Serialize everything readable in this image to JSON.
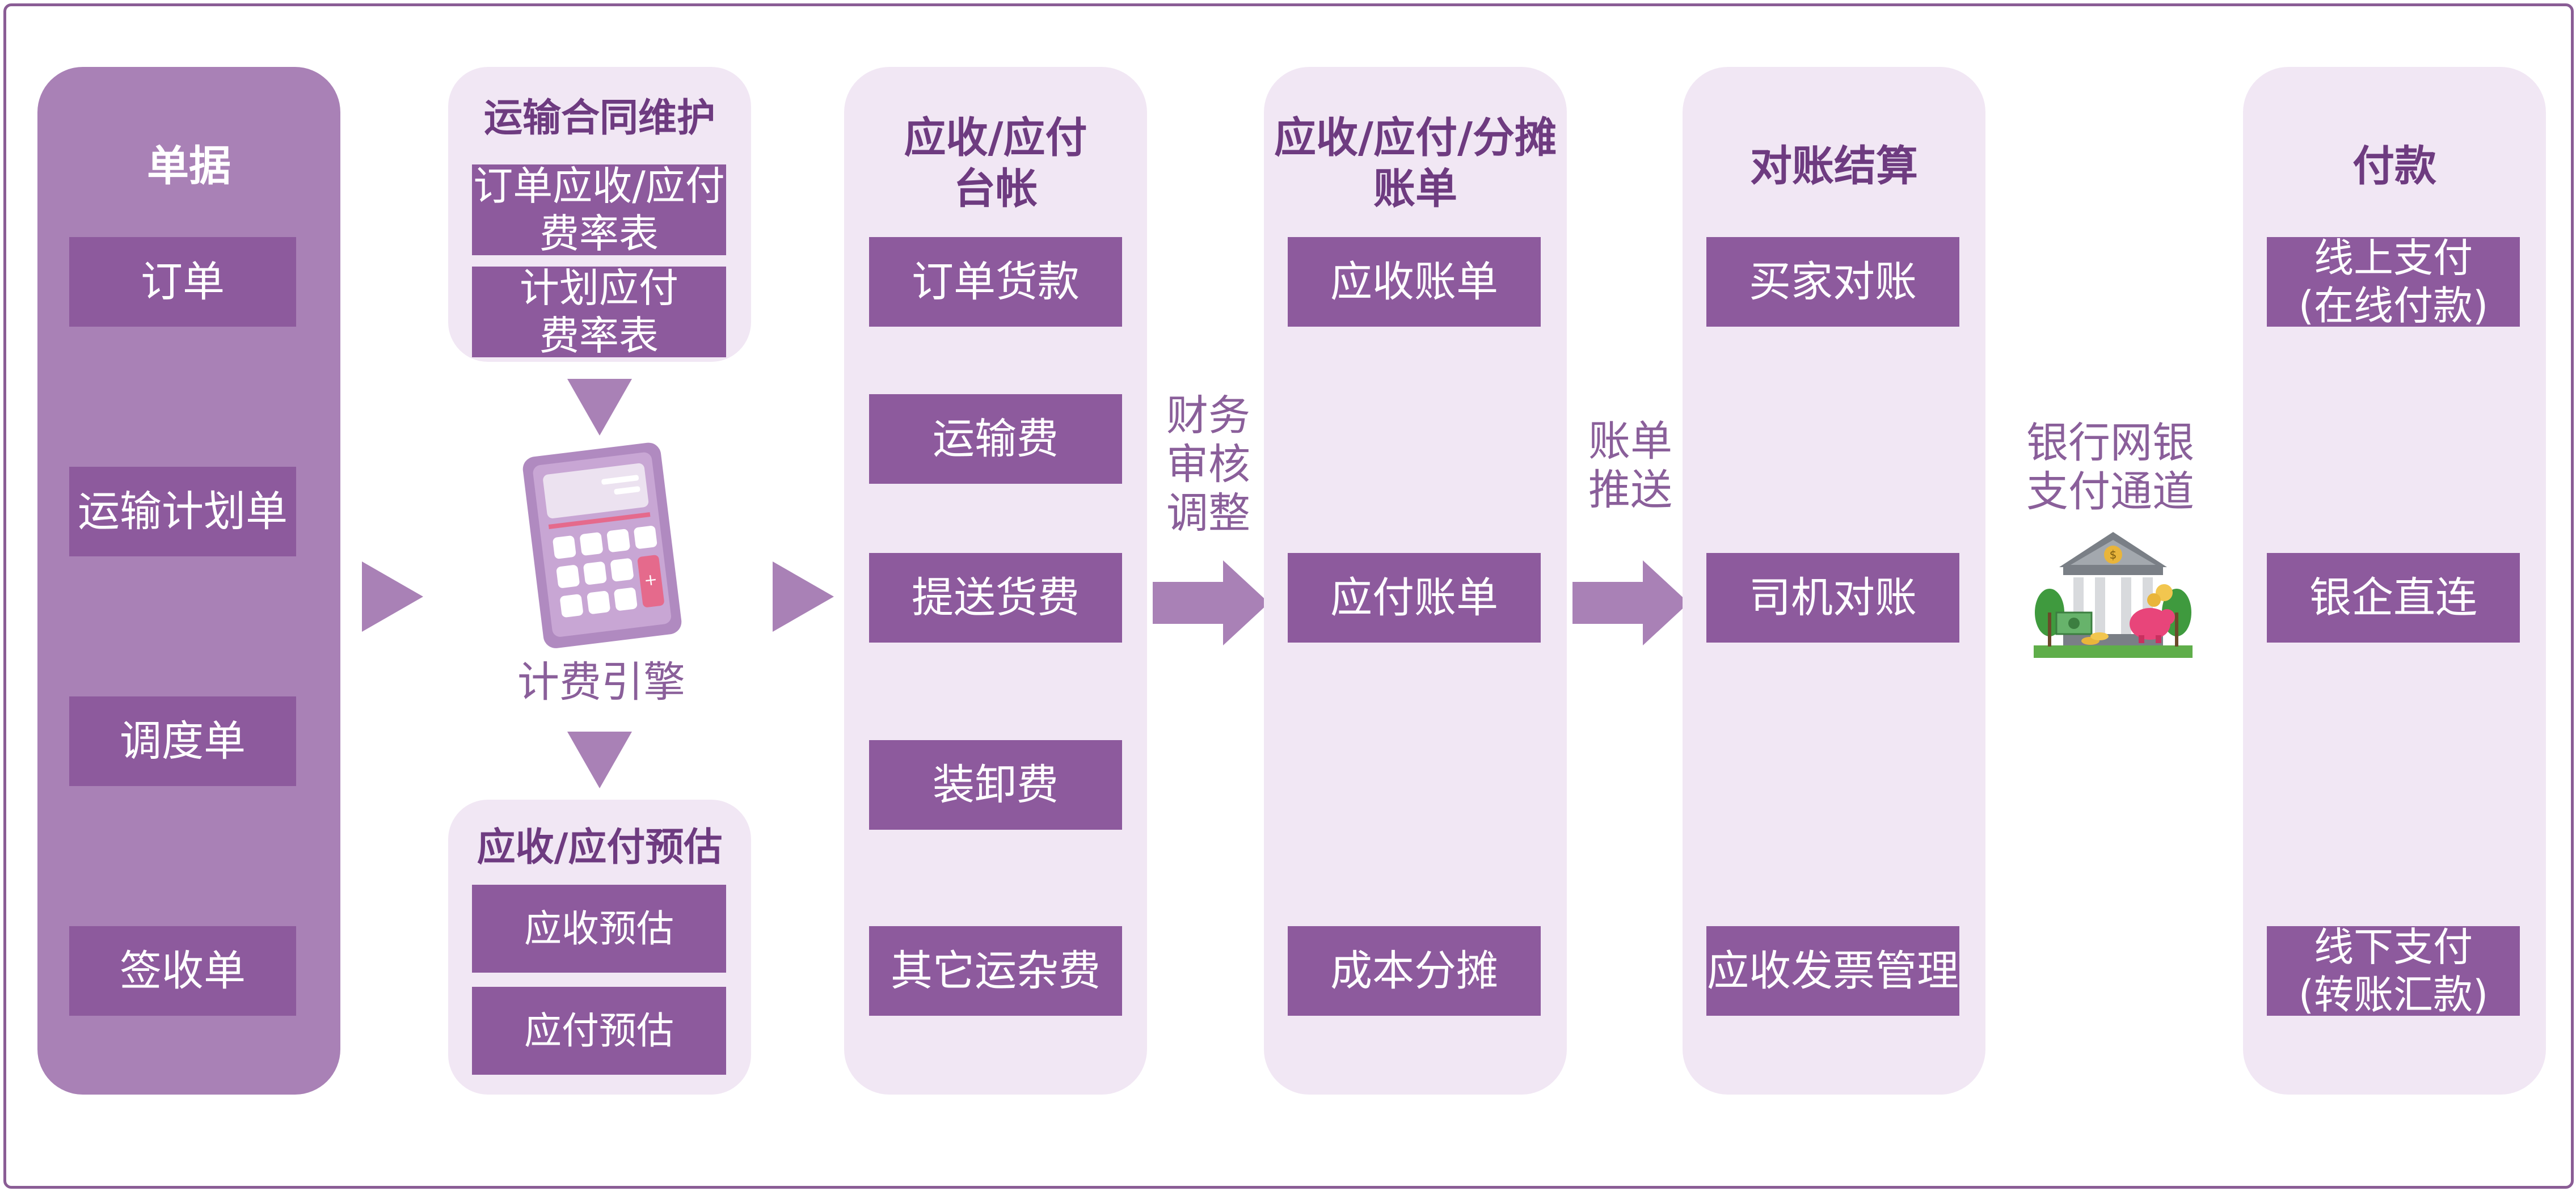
{
  "colors": {
    "frame": "#8a5d95",
    "dark_column": "#a981b6",
    "light_column": "#f1e7f4",
    "box": "#8d5a9d",
    "title": "#6e3b80",
    "arrow": "#a981b6"
  },
  "documents": {
    "title": "单据",
    "items": [
      "订单",
      "运输计划单",
      "调度单",
      "签收单"
    ]
  },
  "contract": {
    "title": "运输合同维护",
    "items": [
      "订单应收/应付\n费率表",
      "计划应付\n费率表"
    ]
  },
  "engine": {
    "label": "计费引擎",
    "icon": "calculator-icon"
  },
  "estimate": {
    "title": "应收/应付预估",
    "items": [
      "应收预估",
      "应付预估"
    ]
  },
  "ledger": {
    "title": "应收/应付\n台帐",
    "items": [
      "订单货款",
      "运输费",
      "提送货费",
      "装卸费",
      "其它运杂费"
    ]
  },
  "arrow1_label": "财务\n审核\n调整",
  "bills": {
    "title": "应收/应付/分摊\n账单",
    "items": [
      "应收账单",
      "应付账单",
      "成本分摊"
    ]
  },
  "arrow2_label": "账单\n推送",
  "settlement": {
    "title": "对账结算",
    "items": [
      "买家对账",
      "司机对账",
      "应收发票管理"
    ]
  },
  "bank": {
    "label": "银行网银\n支付通道",
    "icon": "bank-icon"
  },
  "payment": {
    "title": "付款",
    "items": [
      "线上支付\n(在线付款)",
      "银企直连",
      "线下支付\n(转账汇款)"
    ]
  }
}
